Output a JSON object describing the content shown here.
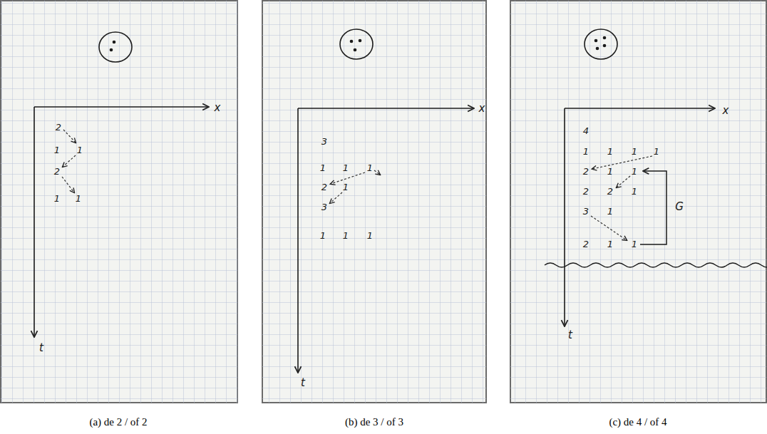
{
  "diagram": {
    "labels": [
      "x",
      "2",
      "1",
      "1",
      "2",
      "1",
      "1",
      "t",
      "(a) de 2 / of 2",
      "x",
      "3",
      "1",
      "1",
      "1",
      "2",
      "1",
      "3",
      "1",
      "1",
      "1",
      "t",
      "(b) de 3 / of 3",
      "x",
      "4",
      "1",
      "1",
      "1",
      "1",
      "2",
      "1",
      "1",
      "2",
      "2",
      "1",
      "3",
      "1",
      "2",
      "1",
      "1",
      "G",
      "t",
      "(c) de 4 / of 4"
    ]
  }
}
